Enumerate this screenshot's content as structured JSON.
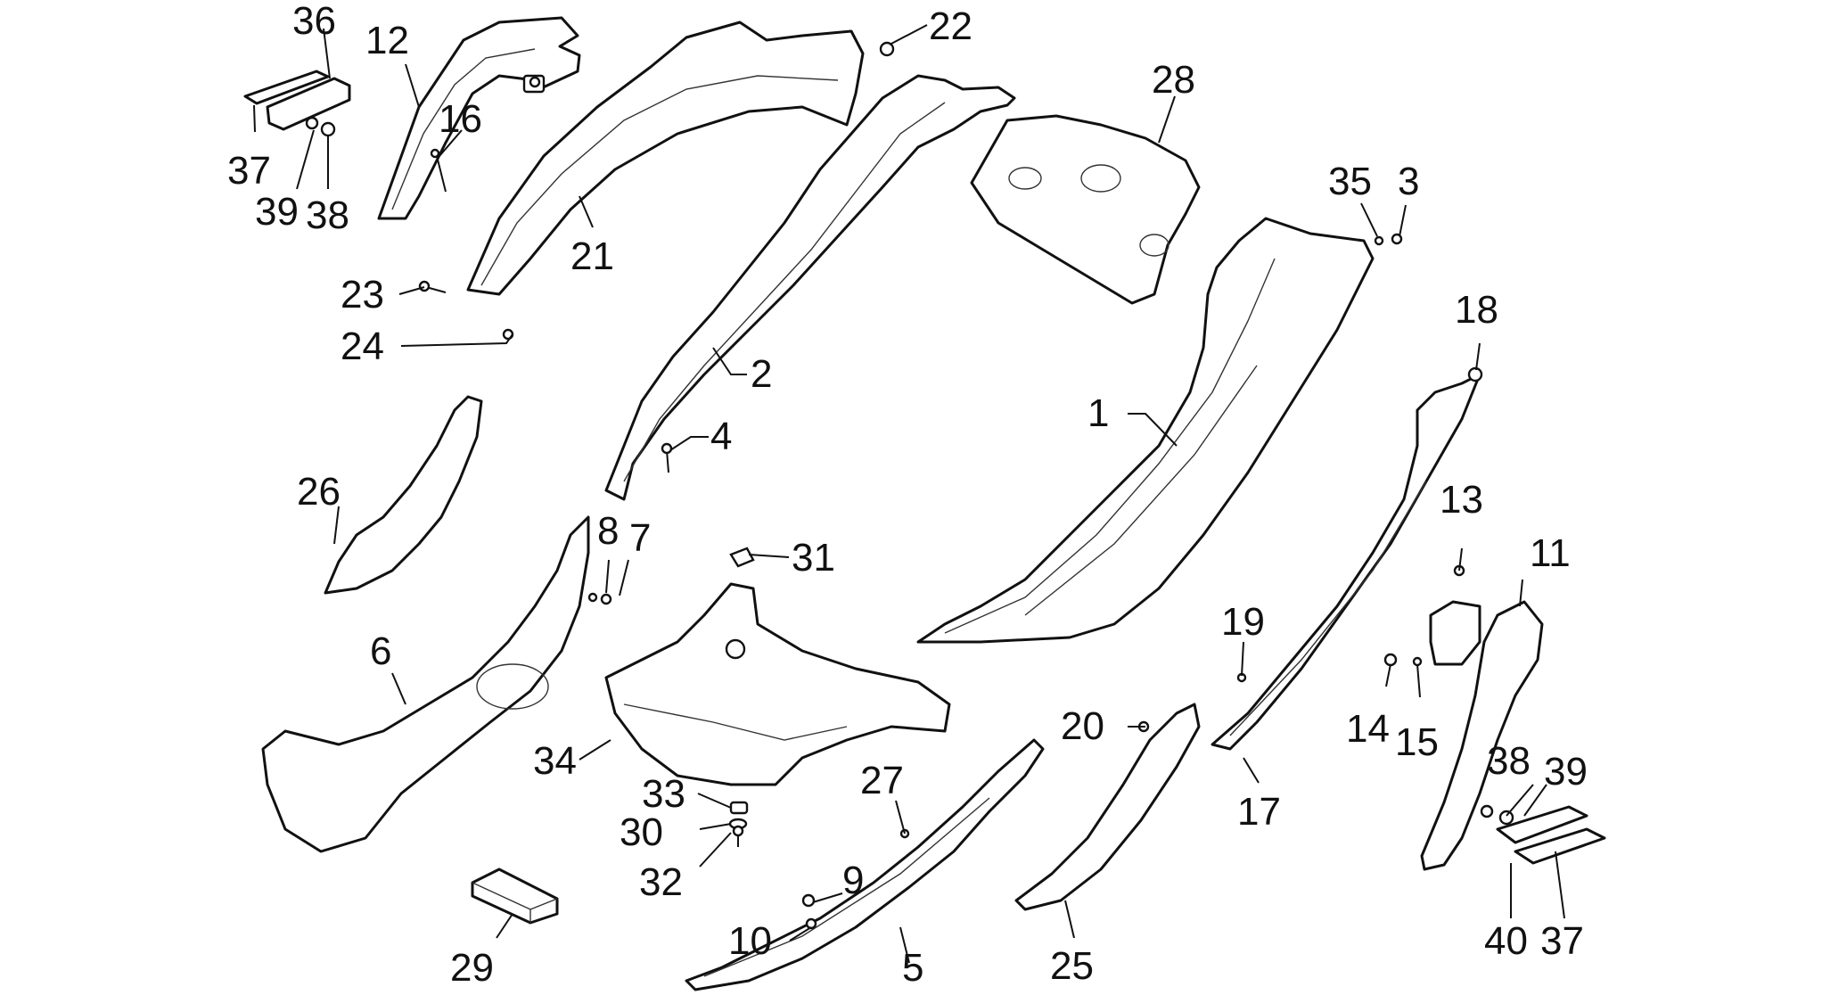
{
  "diagram": {
    "callouts": [
      {
        "id": "1",
        "text": "1"
      },
      {
        "id": "2",
        "text": "2"
      },
      {
        "id": "3",
        "text": "3"
      },
      {
        "id": "4",
        "text": "4"
      },
      {
        "id": "5",
        "text": "5"
      },
      {
        "id": "6",
        "text": "6"
      },
      {
        "id": "7",
        "text": "7"
      },
      {
        "id": "8",
        "text": "8"
      },
      {
        "id": "9",
        "text": "9"
      },
      {
        "id": "10",
        "text": "10"
      },
      {
        "id": "11",
        "text": "11"
      },
      {
        "id": "12",
        "text": "12"
      },
      {
        "id": "13",
        "text": "13"
      },
      {
        "id": "14",
        "text": "14"
      },
      {
        "id": "15",
        "text": "15"
      },
      {
        "id": "16",
        "text": "16"
      },
      {
        "id": "17",
        "text": "17"
      },
      {
        "id": "18",
        "text": "18"
      },
      {
        "id": "19",
        "text": "19"
      },
      {
        "id": "20",
        "text": "20"
      },
      {
        "id": "21",
        "text": "21"
      },
      {
        "id": "22",
        "text": "22"
      },
      {
        "id": "23",
        "text": "23"
      },
      {
        "id": "24",
        "text": "24"
      },
      {
        "id": "25",
        "text": "25"
      },
      {
        "id": "26",
        "text": "26"
      },
      {
        "id": "27",
        "text": "27"
      },
      {
        "id": "28",
        "text": "28"
      },
      {
        "id": "29",
        "text": "29"
      },
      {
        "id": "30",
        "text": "30"
      },
      {
        "id": "31",
        "text": "31"
      },
      {
        "id": "32",
        "text": "32"
      },
      {
        "id": "33",
        "text": "33"
      },
      {
        "id": "34",
        "text": "34"
      },
      {
        "id": "35",
        "text": "35"
      },
      {
        "id": "36",
        "text": "36"
      },
      {
        "id": "37a",
        "text": "37"
      },
      {
        "id": "37b",
        "text": "37"
      },
      {
        "id": "38a",
        "text": "38"
      },
      {
        "id": "38b",
        "text": "38"
      },
      {
        "id": "39a",
        "text": "39"
      },
      {
        "id": "39b",
        "text": "39"
      },
      {
        "id": "40",
        "text": "40"
      }
    ]
  }
}
